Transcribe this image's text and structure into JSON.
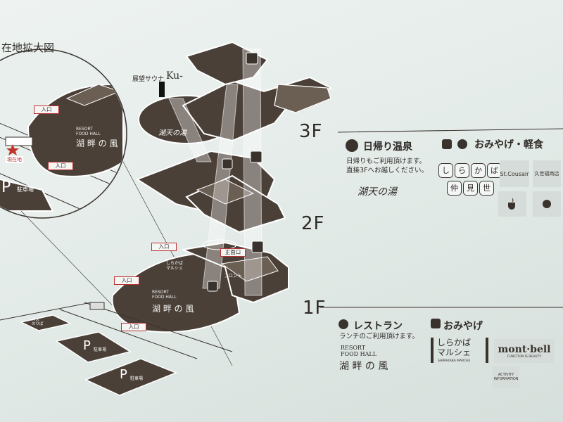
{
  "inset": {
    "title": "在地拡大図",
    "food_hall_en": "RESORT\nFOOD HALL",
    "food_hall_jp": "湖 畔 の 風",
    "entrance": "入口",
    "current_location": "現在地",
    "parking_letter": "P",
    "parking_label": "駐車場"
  },
  "floors": {
    "f3": "3F",
    "f2": "2F",
    "f1": "1F"
  },
  "map_labels": {
    "sauna": "展望サウナ",
    "sauna_brand": "Ku-",
    "onsen_logo": "湖天の湯",
    "main_entrance": "正面口",
    "front": "フロント",
    "shirakaba": "しらかば\nマルシェ",
    "food_hall_en": "RESORT\nFOOD HALL",
    "food_hall_jp": "湖 畔 の 風",
    "entrance": "入口",
    "parking_letter": "P",
    "parking_label": "駐車場",
    "bus": "バス\nのりば"
  },
  "sections": {
    "onsen": {
      "title": "日帰り温泉",
      "desc_line1": "日帰りもご利用頂けます。",
      "desc_line2": "直接3Fへお越しください。",
      "logo": "湖天の湯"
    },
    "souvenir_light": {
      "title": "おみやげ・軽食",
      "row1": [
        "し",
        "ら",
        "か",
        "ば"
      ],
      "row2": [
        "仲",
        "見",
        "世"
      ],
      "logo_st_cousair": "St.Cousair",
      "logo_oguri": "久世福商店"
    },
    "restaurant": {
      "title": "レストラン",
      "desc": "ランチのご利用頂けます。",
      "en": "RESORT\nFOOD HALL",
      "jp": "湖 畔 の 風"
    },
    "souvenir": {
      "title": "おみやげ",
      "shirakaba_main": "しらかば\nマルシェ",
      "shirakaba_sub": "SHIRAKABA MARCHE",
      "montbell": "mont·bell",
      "montbell_tag": "FUNCTION IS BEAUTY",
      "activity": "ACTIVITY\nINFORMATION"
    }
  },
  "colors": {
    "floor_dark": "#4a4038",
    "floor_mid": "#6b5f54",
    "outline": "#ffffff",
    "entrance_red": "#b33333",
    "board_bg": "#e3ebe8"
  }
}
